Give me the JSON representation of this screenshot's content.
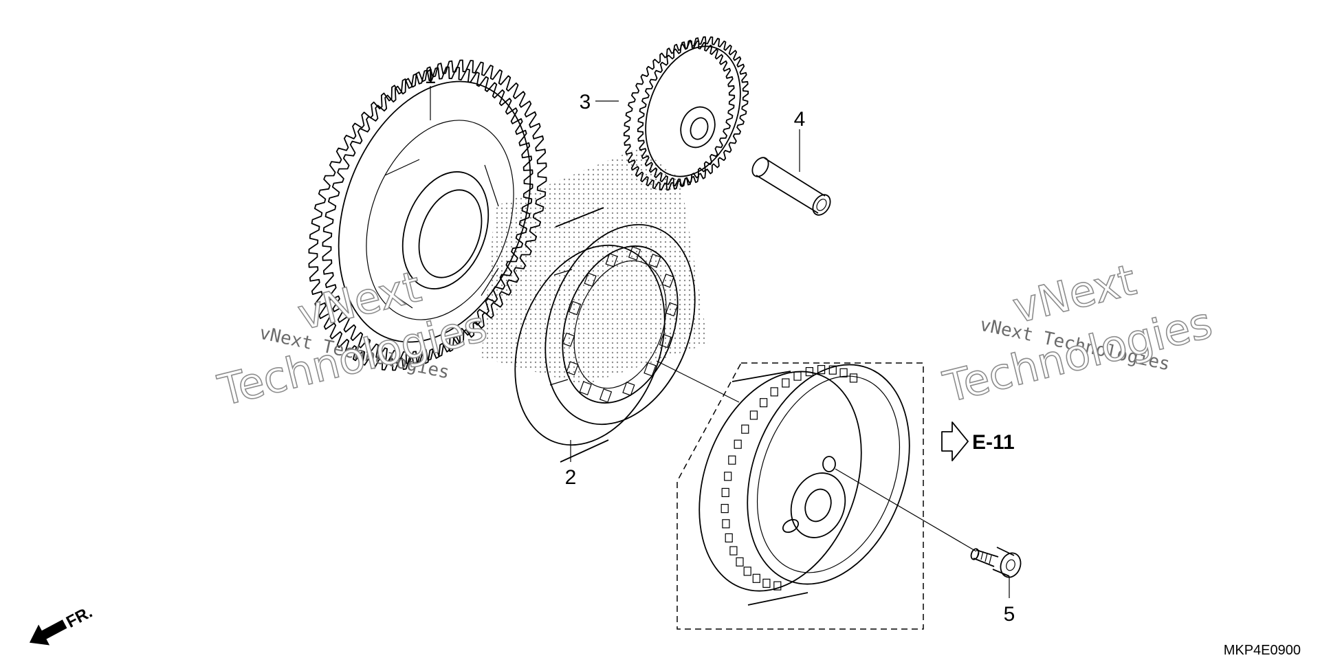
{
  "callouts": [
    {
      "id": "1",
      "text": "1"
    },
    {
      "id": "2",
      "text": "2"
    },
    {
      "id": "3",
      "text": "3"
    },
    {
      "id": "4",
      "text": "4"
    },
    {
      "id": "5",
      "text": "5"
    }
  ],
  "reference": {
    "text": "E-11"
  },
  "direction": {
    "text": "FR."
  },
  "diagram_code": {
    "text": "MKP4E0900"
  },
  "watermarks": {
    "left_small": "vNext Technologies",
    "left_big_1": "vNext",
    "left_big_2": "Technologies",
    "right_small": "vNext Technologies",
    "right_big_1": "vNext",
    "right_big_2": "Technologies"
  },
  "colors": {
    "line": "#000000",
    "background": "#ffffff",
    "watermark": "#8c8c8c",
    "dots": "#777777"
  }
}
